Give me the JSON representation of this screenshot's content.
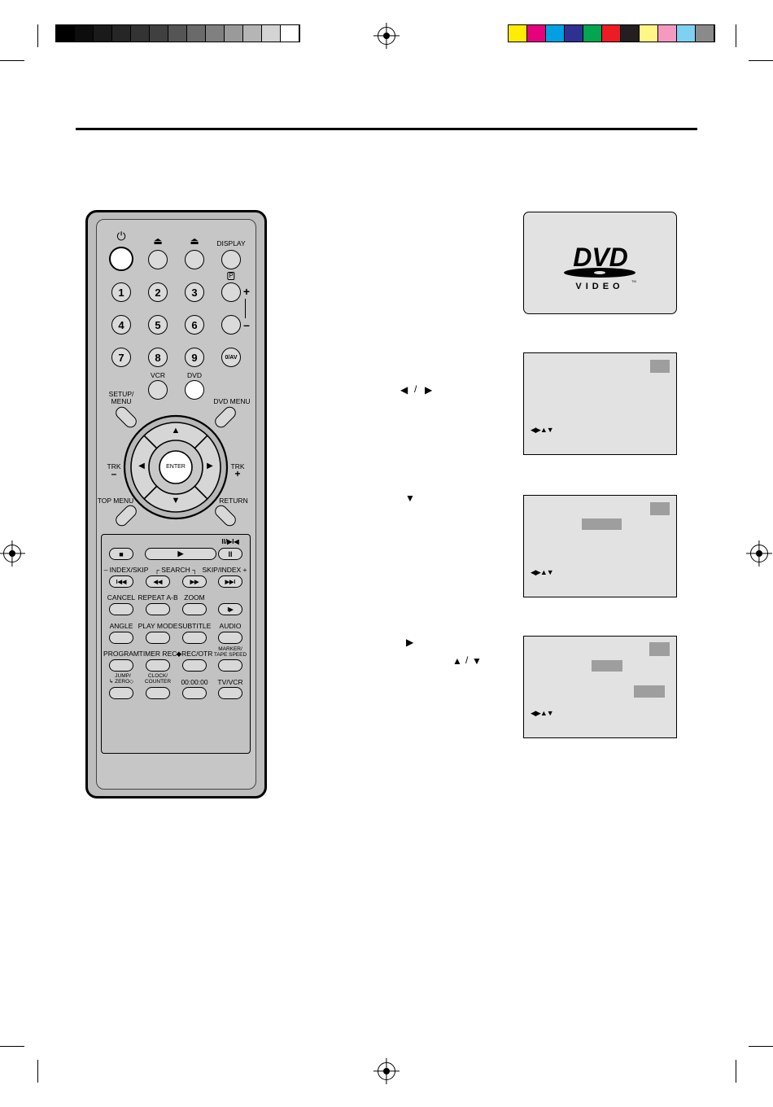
{
  "print_marks": {
    "gray_swatches": [
      "#000000",
      "#0d0d0d",
      "#1a1a1a",
      "#262626",
      "#333333",
      "#404040",
      "#555555",
      "#6a6a6a",
      "#808080",
      "#9a9a9a",
      "#b5b5b5",
      "#d4d4d4",
      "#ffffff"
    ],
    "color_swatches": [
      "#ffec00",
      "#e6007e",
      "#00a0e3",
      "#2e3192",
      "#00a650",
      "#ed1c24",
      "#231f20",
      "#fff685",
      "#f49ac1",
      "#7fd1f1",
      "#8a8a8a"
    ]
  },
  "remote": {
    "labels": {
      "power": "⏻",
      "eject": "⏏",
      "open_close": "⏏",
      "display": "DISPLAY",
      "p_label": "P",
      "ch_plus": "+",
      "ch_minus": "–",
      "vcr": "VCR",
      "dvd": "DVD",
      "setup_menu_1": "SETUP/",
      "setup_menu_2": "MENU",
      "dvd_menu": "DVD MENU",
      "trk_left": "TRK",
      "trk_left_sign": "–",
      "trk_right": "TRK",
      "trk_right_sign": "+",
      "enter": "ENTER",
      "top_menu": "TOP MENU",
      "return": "RETURN",
      "pause_step": "II/▶I◀",
      "index_skip_minus": "– INDEX/SKIP",
      "search": "┌ SEARCH ┐",
      "skip_index_plus": "SKIP/INDEX +",
      "cancel": "CANCEL",
      "repeat_ab": "REPEAT A-B",
      "zoom": "ZOOM",
      "angle": "ANGLE",
      "play_mode": "PLAY MODE",
      "subtitle": "SUBTITLE",
      "audio": "AUDIO",
      "program": "PROGRAM",
      "timer_rec": "TIMER REC",
      "rec_otr": "◆REC/OTR",
      "marker_1": "MARKER/",
      "marker_2": "TAPE SPEED",
      "jump_1": "JUMP/",
      "jump_2": "↳ ZERO◇",
      "clock_1": "CLOCK/",
      "clock_2": "COUNTER",
      "time_code": "00:00:00",
      "tv_vcr": "TV/VCR"
    },
    "number_keys": [
      "1",
      "2",
      "3",
      "4",
      "5",
      "6",
      "7",
      "8",
      "9"
    ],
    "zero_av": "0/AV",
    "symbols": {
      "up": "▲",
      "down": "▼",
      "left": "◀",
      "right": "▶",
      "stop": "■",
      "play": "▶",
      "pause": "II",
      "prev": "I◀◀",
      "rew": "◀◀",
      "ff": "▶▶",
      "next": "▶▶I",
      "slow": "I▶"
    }
  },
  "logo": {
    "dvd": "DVD",
    "video": "VIDEO",
    "tm": "TM"
  },
  "steps": {
    "step2_arrows": [
      "◀",
      "/",
      "▶"
    ],
    "step3_arrow": "▼",
    "step4_arrow": "▶",
    "step4_updown": [
      "▲",
      "/",
      "▼"
    ]
  },
  "screens": {
    "nav_hint": "◀▶▲▼"
  }
}
